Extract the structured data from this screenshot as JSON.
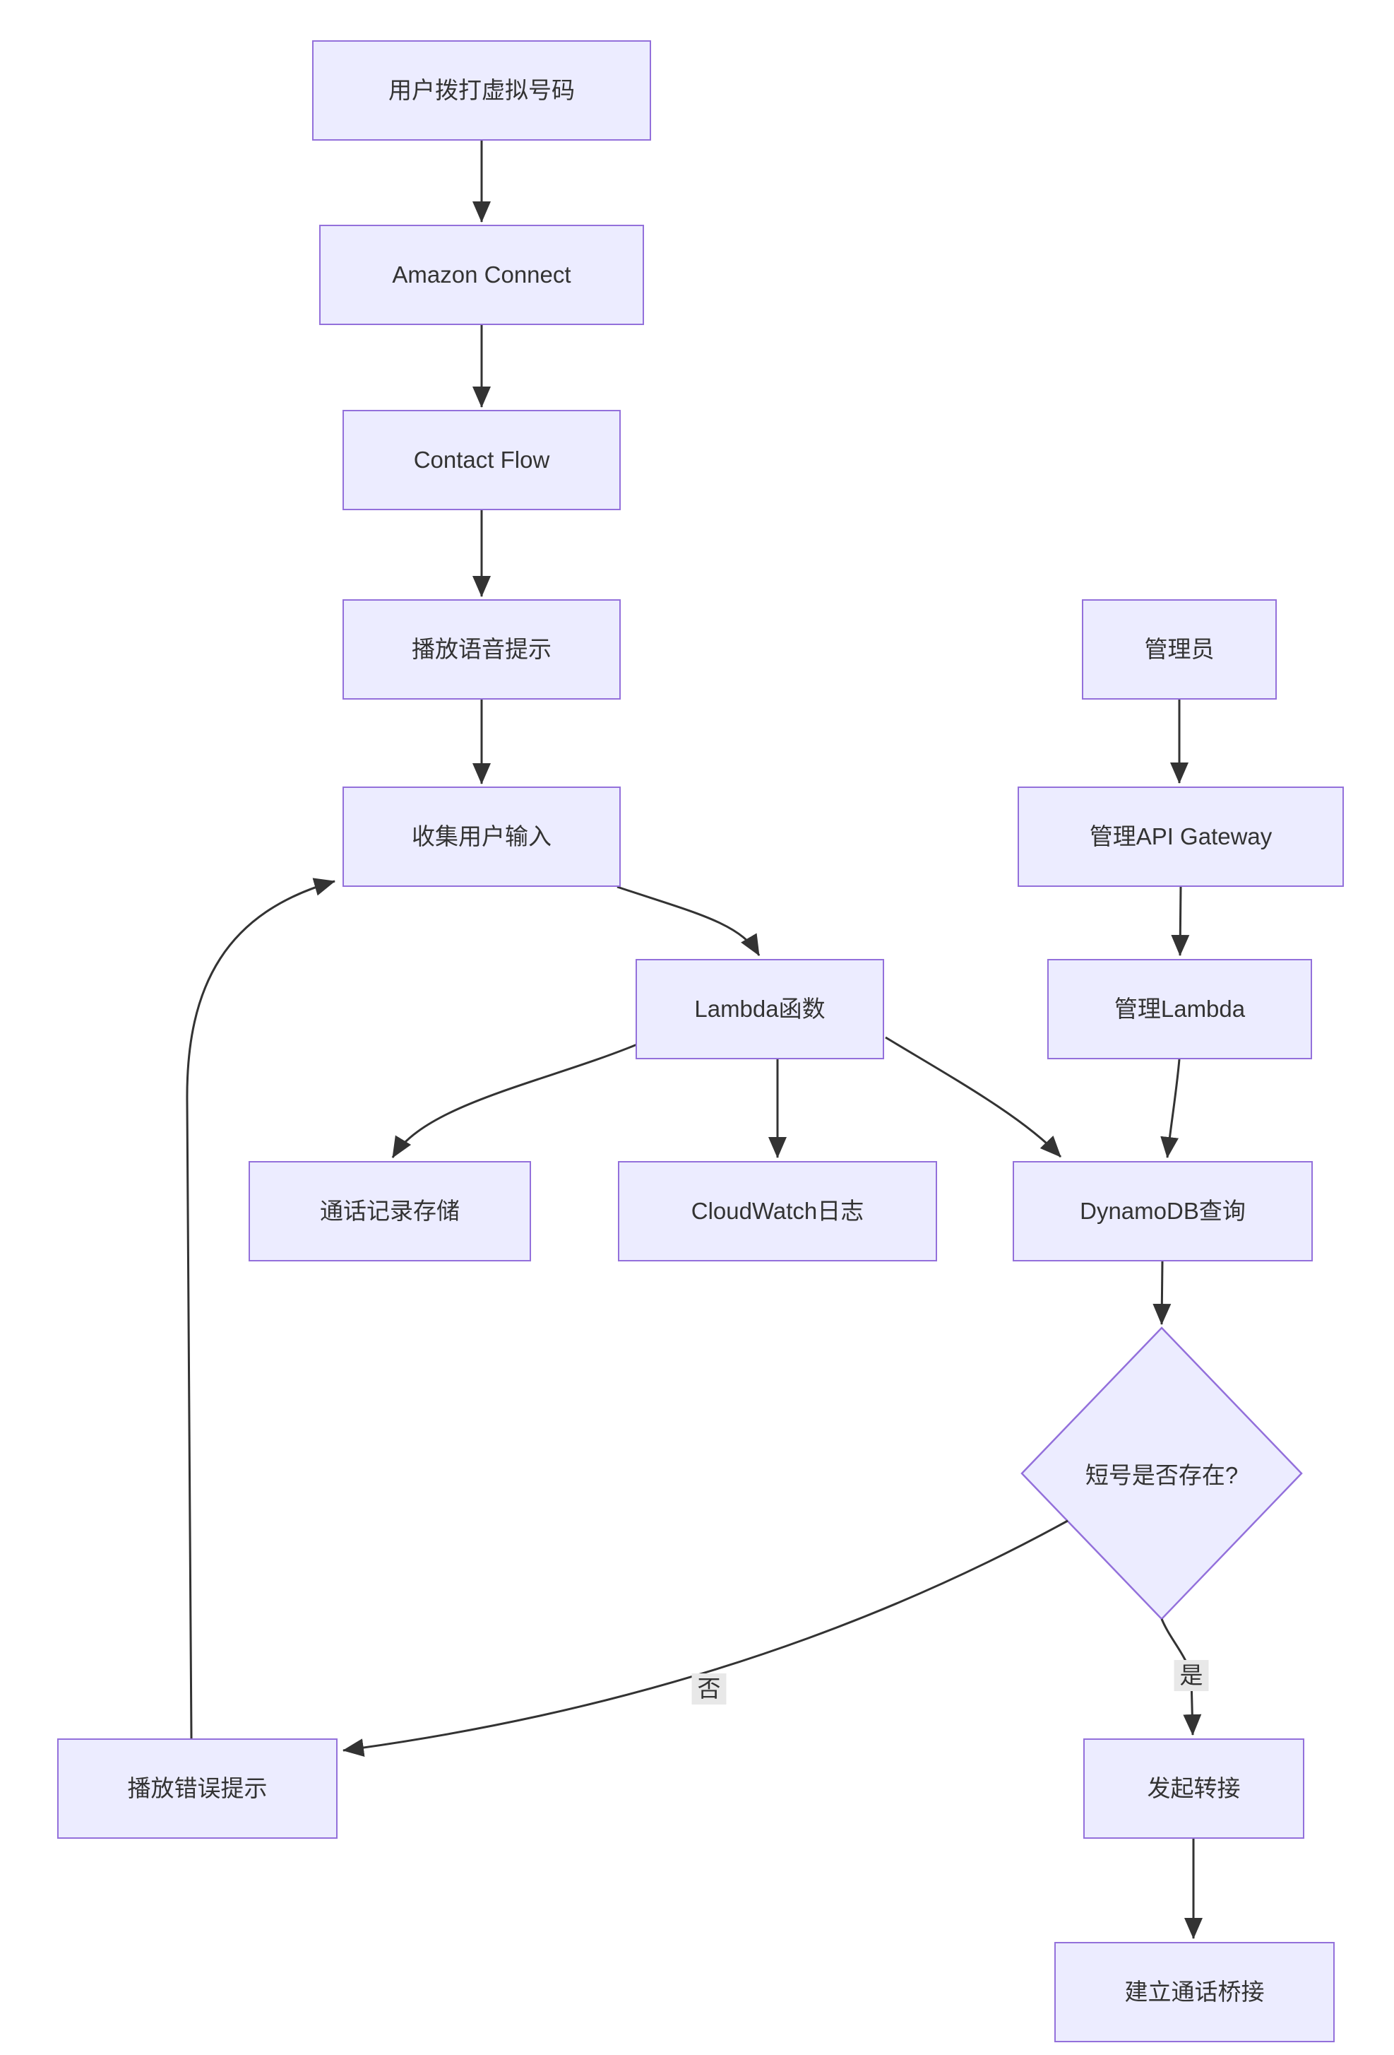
{
  "diagram": {
    "type": "flowchart",
    "direction": "top-down",
    "colors": {
      "node_fill": "#ECECFF",
      "node_border": "#9370DB",
      "edge_stroke": "#333333",
      "text": "#333333",
      "edge_label_bg": "#e8e8e8",
      "background": "#ffffff"
    },
    "nodes": [
      {
        "id": "user-dial",
        "shape": "rect",
        "label": "用户拨打虚拟号码"
      },
      {
        "id": "amazon-connect",
        "shape": "rect",
        "label": "Amazon Connect"
      },
      {
        "id": "contact-flow",
        "shape": "rect",
        "label": "Contact Flow"
      },
      {
        "id": "play-voice-prompt",
        "shape": "rect",
        "label": "播放语音提示"
      },
      {
        "id": "collect-user-input",
        "shape": "rect",
        "label": "收集用户输入"
      },
      {
        "id": "lambda-function",
        "shape": "rect",
        "label": "Lambda函数"
      },
      {
        "id": "call-record-storage",
        "shape": "rect",
        "label": "通话记录存储"
      },
      {
        "id": "cloudwatch-logs",
        "shape": "rect",
        "label": "CloudWatch日志"
      },
      {
        "id": "dynamodb-query",
        "shape": "rect",
        "label": "DynamoDB查询"
      },
      {
        "id": "admin",
        "shape": "rect",
        "label": "管理员"
      },
      {
        "id": "admin-api-gateway",
        "shape": "rect",
        "label": "管理API Gateway"
      },
      {
        "id": "admin-lambda",
        "shape": "rect",
        "label": "管理Lambda"
      },
      {
        "id": "short-number-exists",
        "shape": "diamond",
        "label": "短号是否存在?"
      },
      {
        "id": "play-error-prompt",
        "shape": "rect",
        "label": "播放错误提示"
      },
      {
        "id": "initiate-transfer",
        "shape": "rect",
        "label": "发起转接"
      },
      {
        "id": "establish-call-bridge",
        "shape": "rect",
        "label": "建立通话桥接"
      }
    ],
    "edges": [
      {
        "from": "user-dial",
        "to": "amazon-connect"
      },
      {
        "from": "amazon-connect",
        "to": "contact-flow"
      },
      {
        "from": "contact-flow",
        "to": "play-voice-prompt"
      },
      {
        "from": "play-voice-prompt",
        "to": "collect-user-input"
      },
      {
        "from": "collect-user-input",
        "to": "lambda-function"
      },
      {
        "from": "lambda-function",
        "to": "call-record-storage"
      },
      {
        "from": "lambda-function",
        "to": "cloudwatch-logs"
      },
      {
        "from": "lambda-function",
        "to": "dynamodb-query"
      },
      {
        "from": "admin",
        "to": "admin-api-gateway"
      },
      {
        "from": "admin-api-gateway",
        "to": "admin-lambda"
      },
      {
        "from": "admin-lambda",
        "to": "dynamodb-query"
      },
      {
        "from": "dynamodb-query",
        "to": "short-number-exists"
      },
      {
        "from": "short-number-exists",
        "to": "play-error-prompt",
        "label": "否"
      },
      {
        "from": "short-number-exists",
        "to": "initiate-transfer",
        "label": "是"
      },
      {
        "from": "initiate-transfer",
        "to": "establish-call-bridge"
      },
      {
        "from": "play-error-prompt",
        "to": "collect-user-input"
      }
    ],
    "edge_labels": {
      "no": "否",
      "yes": "是"
    }
  }
}
